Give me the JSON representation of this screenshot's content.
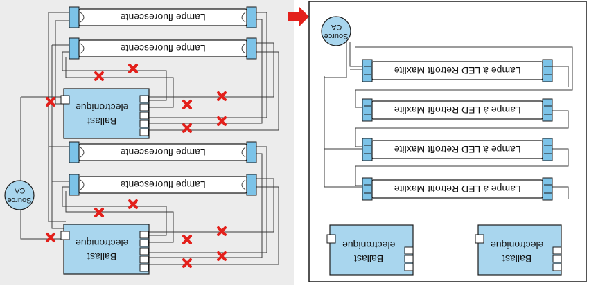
{
  "left_panel": {
    "fluorescent_lamp_label": "Lampe fluorescente",
    "ballast": {
      "line1": "electronique",
      "line2": "Ballast"
    },
    "source": {
      "line1": "CA",
      "line2": "Source"
    }
  },
  "right_panel": {
    "led_lamp_label": "Lampe à LED Retrofit Maxlite",
    "ballast": {
      "line1": "electronique",
      "line2": "Ballast"
    },
    "source": {
      "line1": "CA",
      "line2": "Source"
    }
  },
  "colors": {
    "left_background": "#ececec",
    "accent_blue": "#a9d6ee",
    "cap_blue": "#7cc3e8",
    "cross_red": "#e3201b",
    "arrow_red": "#e3201b"
  }
}
